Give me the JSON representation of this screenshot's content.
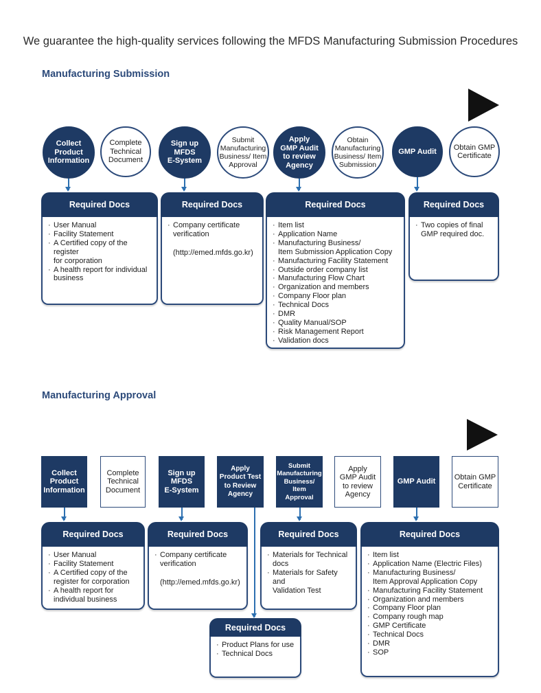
{
  "headline": "We guarantee the high-quality services following the MFDS Manufacturing Submission Procedures",
  "submission": {
    "title": "Manufacturing Submission",
    "steps": [
      "Collect\nProduct\nInformation",
      "Complete\nTechnical\nDocument",
      "Sign up\nMFDS\nE-System",
      "Submit\nManufacturing\nBusiness/ Item\nApproval",
      "Apply\nGMP Audit\nto review\nAgency",
      "Obtain\nManufacturing\nBusiness/ Item\nSubmission",
      "GMP Audit",
      "Obtain GMP\nCertificate"
    ],
    "docs_heading": "Required Docs",
    "docs": [
      {
        "items": [
          "User Manual",
          "Facility Statement",
          "A Certified copy of the register\nfor corporation",
          "A health report for individual\nbusiness"
        ]
      },
      {
        "items": [
          "Company certificate\nverification"
        ],
        "extra": "(http://emed.mfds.go.kr)"
      },
      {
        "items": [
          "Item list",
          "Application Name",
          "Manufacturing Business/\nItem Submission Application Copy",
          "Manufacturing Facility Statement",
          "Outside order company list",
          "Manufacturing Flow Chart",
          "Organization and members",
          "Company Floor plan",
          "Technical Docs",
          "DMR",
          "Quality Manual/SOP",
          "Risk Management Report",
          "Validation docs"
        ]
      },
      {
        "items": [
          "Two copies of final\nGMP required doc."
        ]
      }
    ]
  },
  "approval": {
    "title": "Manufacturing Approval",
    "steps": [
      "Collect\nProduct\nInformation",
      "Complete\nTechnical\nDocument",
      "Sign up\nMFDS\nE-System",
      "Apply\nProduct Test\nto Review\nAgency",
      "Submit\nManufacturing\nBusiness/ Item\nApproval",
      "Apply\nGMP Audit\nto review\nAgency",
      "GMP Audit",
      "Obtain GMP\nCertificate"
    ],
    "docs_heading": "Required Docs",
    "docs": [
      {
        "items": [
          "User Manual",
          "Facility Statement",
          "A Certified copy of the\nregister for corporation",
          "A health report for\nindividual business"
        ]
      },
      {
        "items": [
          "Company certificate\nverification"
        ],
        "extra": "(http://emed.mfds.go.kr)"
      },
      {
        "items": [
          "Materials for Technical\ndocs",
          "Materials for Safety and\nValidation Test"
        ]
      },
      {
        "items": [
          "Item list",
          "Application Name (Electric Files)",
          "Manufacturing Business/\nItem Approval Application Copy",
          "Manufacturing Facility Statement",
          "Organization and members",
          "Company Floor plan",
          "Company rough map",
          "GMP Certificate",
          "Technical Docs",
          "DMR",
          "SOP"
        ]
      },
      {
        "items": [
          "Product Plans for use",
          "Technical Docs"
        ]
      }
    ]
  },
  "colors": {
    "navy": "#1e3a64",
    "title_blue": "#2c4a7a",
    "connector_blue": "#2c6fb0",
    "arrow": "#111111"
  }
}
